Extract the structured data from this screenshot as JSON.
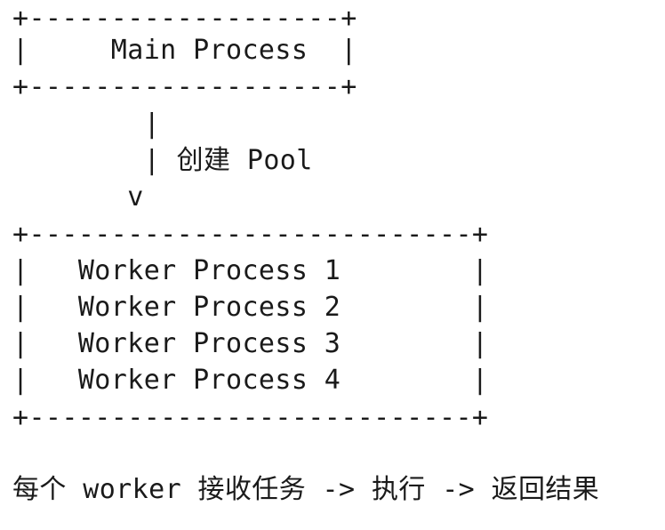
{
  "diagram": {
    "main_box": {
      "top_border": "+-------------------+",
      "label_line": "|     Main Process  |",
      "bottom_border": "+-------------------+"
    },
    "connector": {
      "pipe": "        |",
      "label_line": "        | 创建 Pool",
      "arrow_head": "       v"
    },
    "worker_box": {
      "top_border": "+---------------------------+",
      "rows": [
        "|   Worker Process 1        |",
        "|   Worker Process 2        |",
        "|   Worker Process 3        |",
        "|   Worker Process 4        |"
      ],
      "bottom_border": "+---------------------------+"
    },
    "caption": "每个 worker 接收任务 -> 执行 -> 返回结果"
  }
}
